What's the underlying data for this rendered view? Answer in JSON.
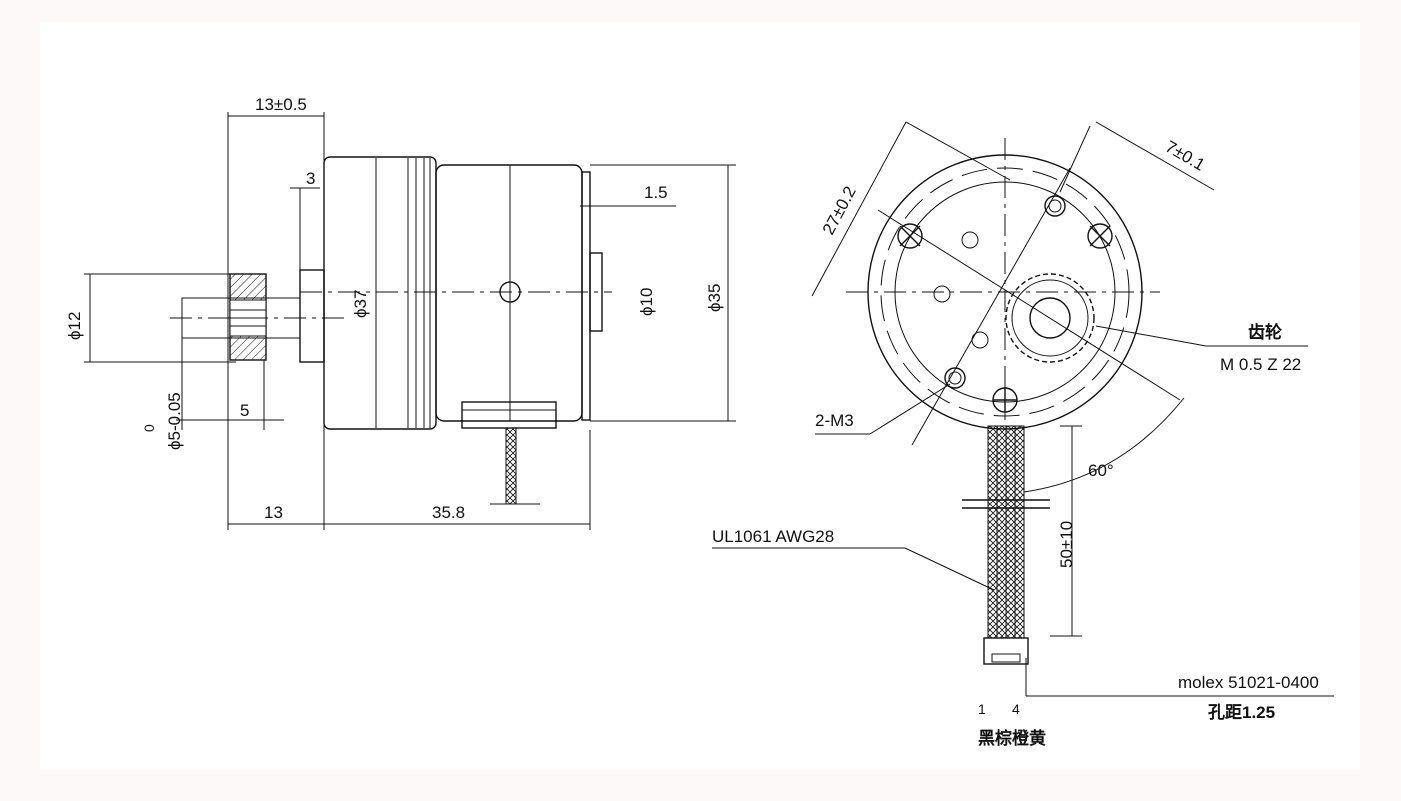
{
  "side_view": {
    "dims": {
      "width_13_tol": "13±0.5",
      "depth_3": "3",
      "depth_1_5": "1.5",
      "dia_12": "ϕ12",
      "dia_37": "ϕ37",
      "dia_10": "ϕ10",
      "dia_35": "ϕ35",
      "shaft_tol_top": "0",
      "shaft_dia": "ϕ5-0.05",
      "len_5": "5",
      "len_13": "13",
      "len_35_8": "35.8"
    }
  },
  "front_view": {
    "dims": {
      "pcd_27": "27±0.2",
      "offset_7": "7±0.1",
      "angle_60": "60°",
      "lead_50": "50±10"
    },
    "labels": {
      "gear_title": "齿轮",
      "gear_spec": "M 0.5 Z 22",
      "mount_holes": "2-M3",
      "wire_spec": "UL1061 AWG28",
      "connector": "molex 51021-0400",
      "pitch": "孔距1.25",
      "pin_1": "1",
      "pin_4": "4",
      "wire_colors": "黑棕橙黄"
    }
  }
}
